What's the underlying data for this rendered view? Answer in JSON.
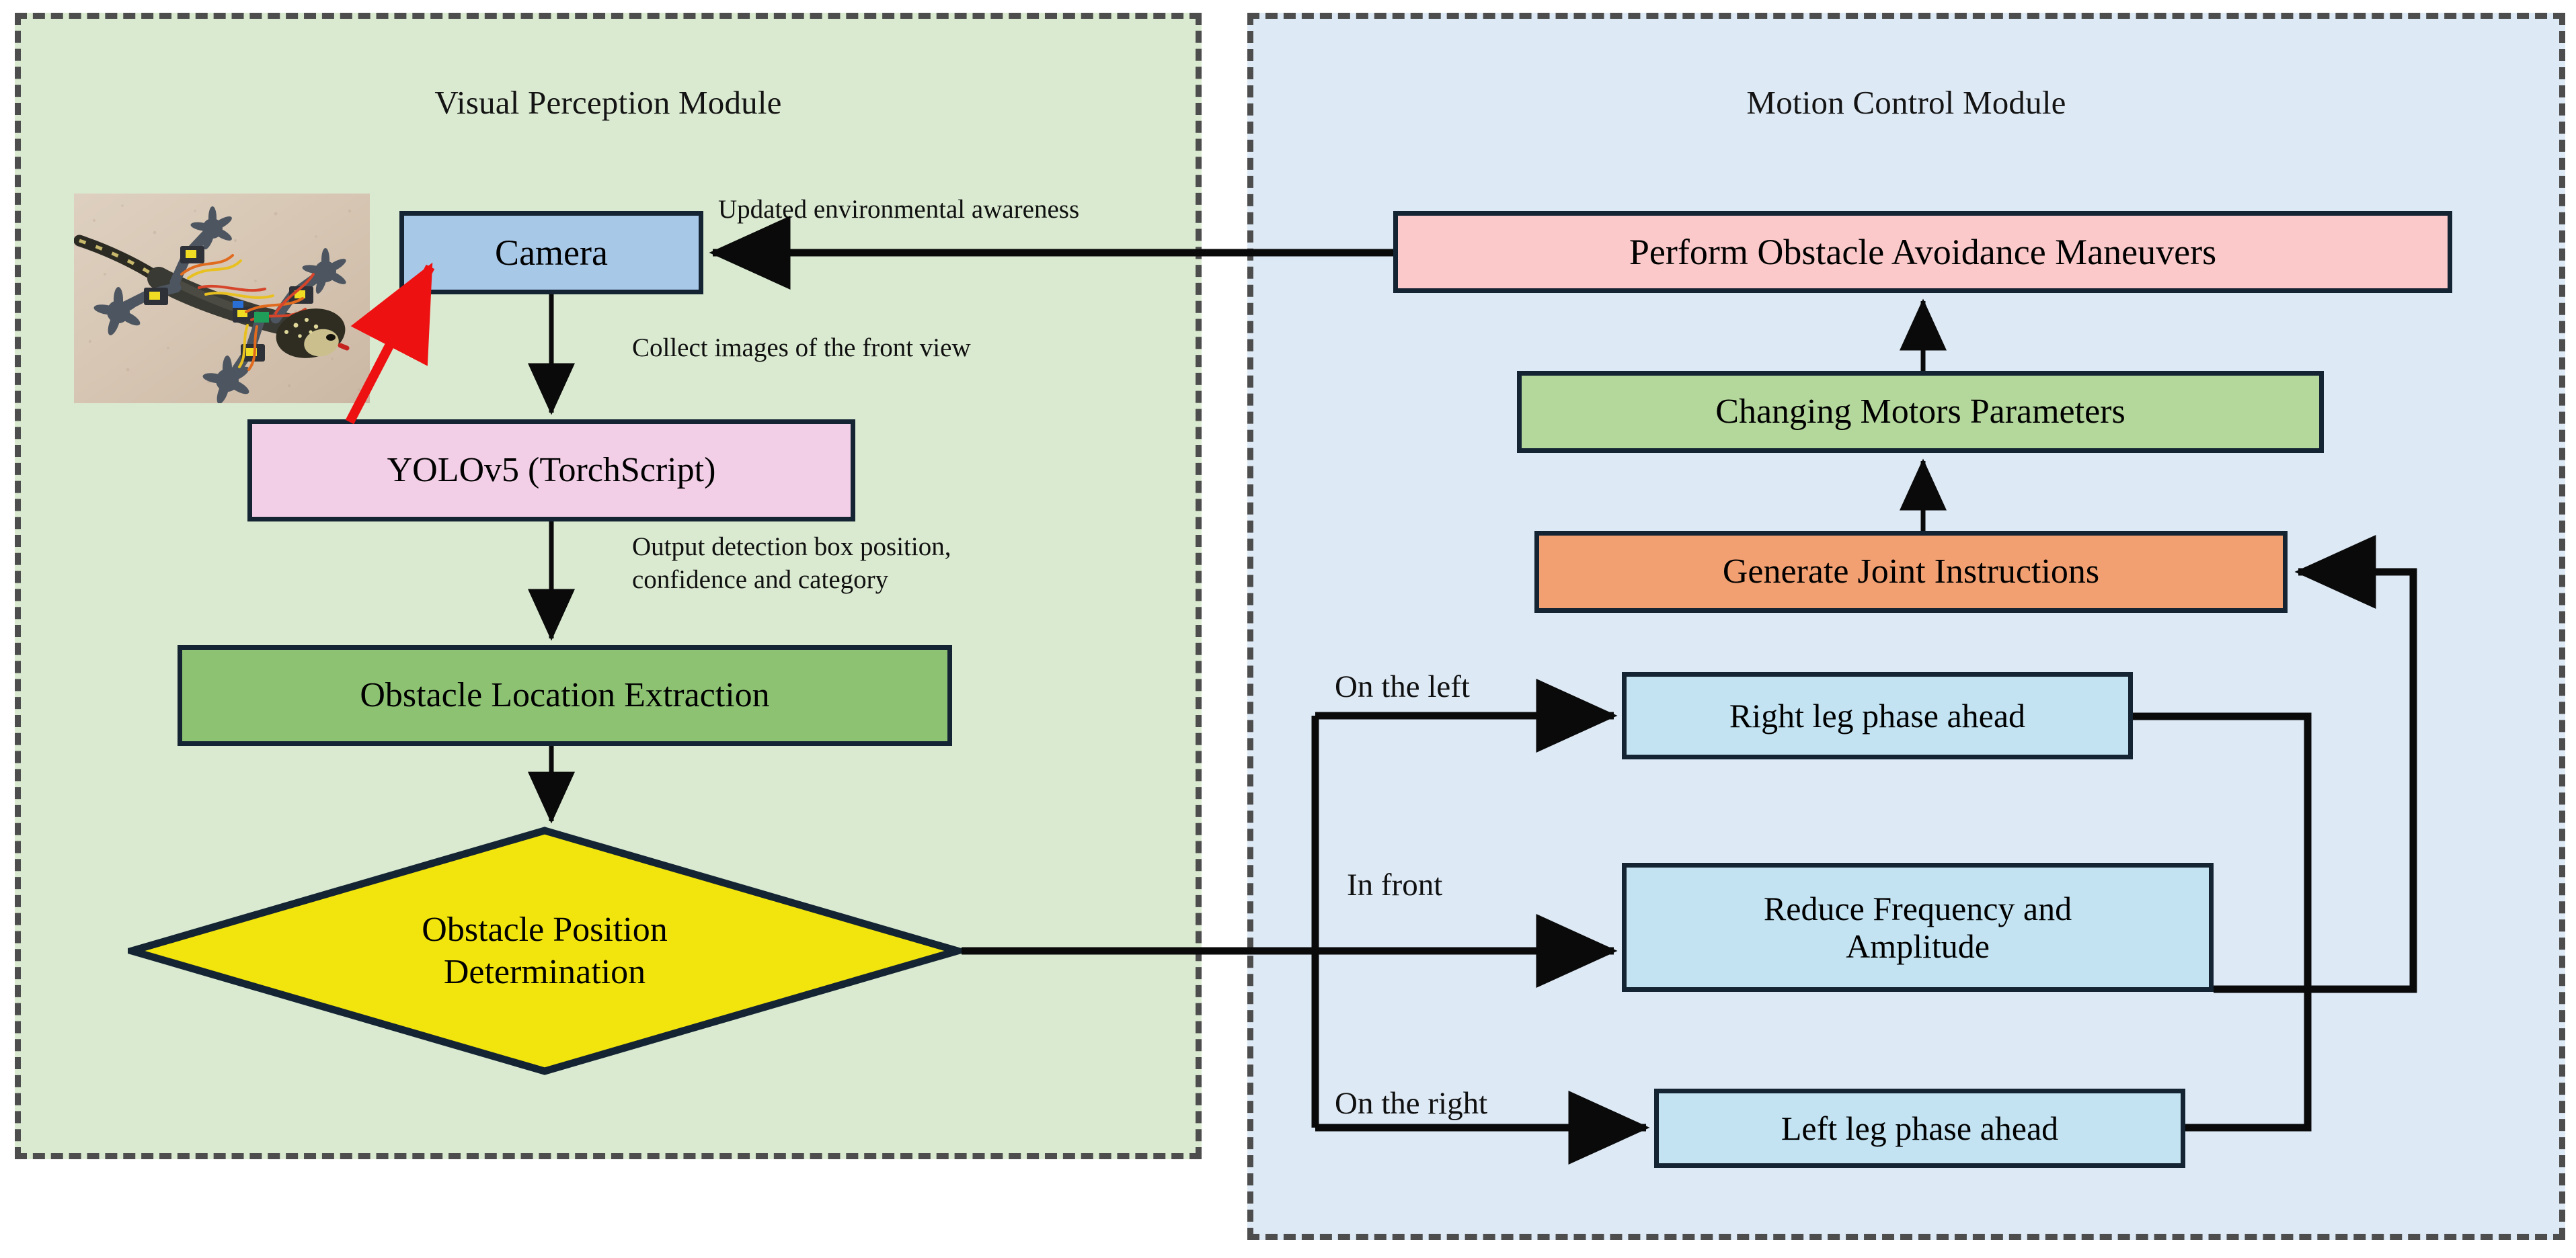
{
  "panels": {
    "visual": {
      "title": "Visual Perception Module",
      "bg": "#daead0",
      "border": "#4d4d4d"
    },
    "motion": {
      "title": "Motion Control Module",
      "bg": "#dde9f5",
      "border": "#4d4d4d"
    }
  },
  "nodes": {
    "camera": {
      "label": "Camera",
      "color": "#a8c8e8"
    },
    "yolo": {
      "label": "YOLOv5 (TorchScript)",
      "color": "#f2cfe6"
    },
    "extraction": {
      "label": "Obstacle Location Extraction",
      "color": "#8dc273"
    },
    "diamond": {
      "line1": "Obstacle Position",
      "line2": "Determination",
      "color": "#f2e50d"
    },
    "perform": {
      "label": "Perform Obstacle Avoidance Maneuvers",
      "color": "#fbc9c9"
    },
    "motors": {
      "label": "Changing Motors Parameters",
      "color": "#b4d79b"
    },
    "joint": {
      "label": "Generate Joint Instructions",
      "color": "#f2a072"
    },
    "right_leg": {
      "label": "Right leg phase ahead",
      "color": "#c3e3f2"
    },
    "reduce": {
      "line1": "Reduce Frequency and",
      "line2": "Amplitude",
      "color": "#c3e3f2"
    },
    "left_leg": {
      "label": "Left leg phase ahead",
      "color": "#c3e3f2"
    }
  },
  "edge_labels": {
    "updated": "Updated environmental awareness",
    "collect": "Collect images of the front view",
    "output_l1": "Output detection box position,",
    "output_l2": "confidence and category",
    "on_the_left": "On the left",
    "in_front": "In front",
    "on_the_right": "On the right"
  },
  "photo": {
    "caption": "gecko-robot-photo"
  },
  "colors": {
    "edge_stroke": "#0a0a0a",
    "node_border": "#142433",
    "pointer_arrow": "#ee1111"
  }
}
